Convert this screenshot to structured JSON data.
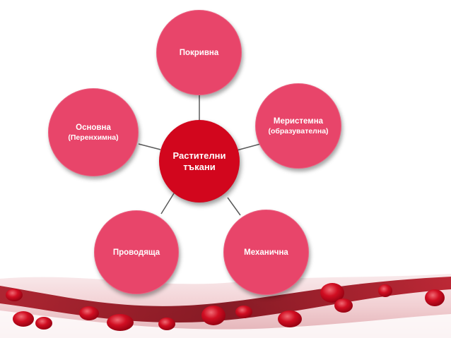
{
  "diagram": {
    "center": {
      "line1": "Растителни",
      "line2": "тъкани"
    },
    "nodes": {
      "top": {
        "label": "Покривна"
      },
      "right": {
        "label": "Меристемна",
        "sub": "(образувателна)"
      },
      "left": {
        "label": "Основна",
        "sub": "(Перенхимна)"
      },
      "bottom_left": {
        "label": "Проводяща"
      },
      "bottom_right": {
        "label": "Механична"
      }
    }
  },
  "colors": {
    "node_fill": "#e8456a",
    "center_fill": "#d2061d",
    "connector": "#5a5a5a",
    "blood_cell": "#c4061a",
    "wave": "#8a0a14"
  }
}
